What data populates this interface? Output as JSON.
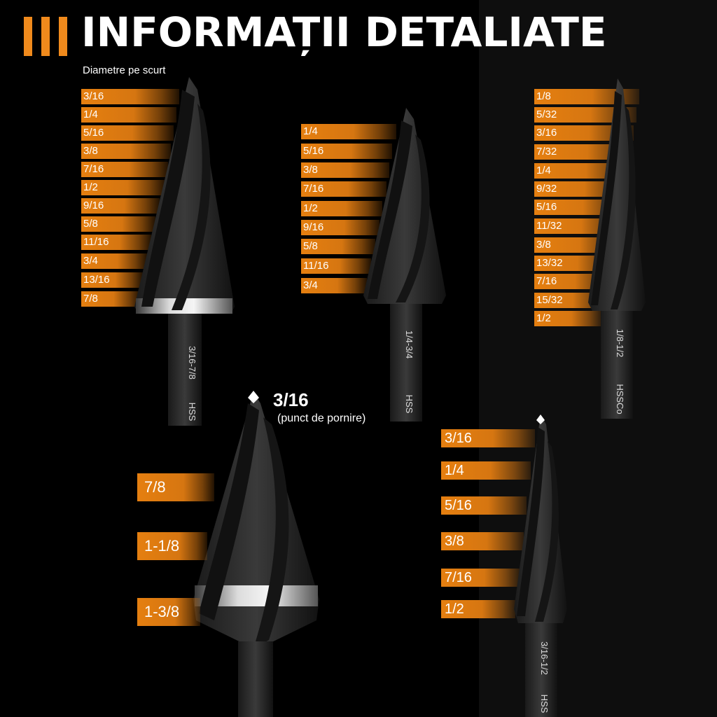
{
  "header": {
    "title": "INFORMAȚII DETALIATE",
    "subtitle": "Diametre pe scurt",
    "accent_color": "#f08a1c"
  },
  "bits": [
    {
      "shank_label": "3/16-7/8",
      "shank_material": "HSS",
      "sizes": [
        "3/16",
        "1/4",
        "5/16",
        "3/8",
        "7/16",
        "1/2",
        "9/16",
        "5/8",
        "11/16",
        "3/4",
        "13/16",
        "7/8"
      ]
    },
    {
      "shank_label": "1/4-3/4",
      "shank_material": "HSS",
      "sizes": [
        "1/4",
        "5/16",
        "3/8",
        "7/16",
        "1/2",
        "9/16",
        "5/8",
        "11/16",
        "3/4"
      ]
    },
    {
      "shank_label": "1/8-1/2",
      "shank_material": "HSSCo",
      "sizes": [
        "1/8",
        "5/32",
        "3/16",
        "7/32",
        "1/4",
        "9/32",
        "5/16",
        "11/32",
        "3/8",
        "13/32",
        "7/16",
        "15/32",
        "1/2"
      ]
    },
    {
      "sizes": [
        "7/8",
        "1-1/8",
        "1-3/8"
      ],
      "start_point": "3/16",
      "start_caption": "(punct de pornire)"
    },
    {
      "shank_label": "3/16-1/2",
      "shank_material": "HSS",
      "sizes": [
        "3/16",
        "1/4",
        "5/16",
        "3/8",
        "7/16",
        "1/2"
      ]
    }
  ]
}
